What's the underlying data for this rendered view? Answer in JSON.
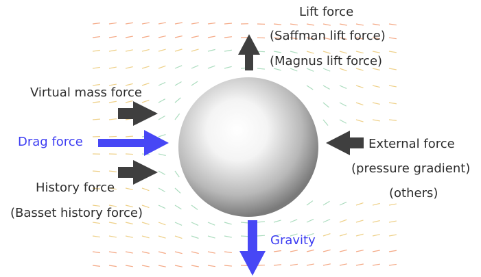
{
  "labels": {
    "lift": "Lift force",
    "saffman": "(Saffman lift force)",
    "magnus": "(Magnus lift force)",
    "virtual_mass": "Virtual mass force",
    "drag": "Drag force",
    "history": "History force",
    "basset": "(Basset history force)",
    "external": "External force",
    "pressure": "(pressure gradient)",
    "others": "(others)",
    "gravity": "Gravity"
  },
  "colors": {
    "dark_arrow": "#3f3f3f",
    "blue_arrow": "#4747f5",
    "blue_text": "#3c3cf2",
    "flow_warm": "#f08a5a",
    "flow_mid": "#e8c060",
    "flow_cool": "#8fd0a8"
  }
}
